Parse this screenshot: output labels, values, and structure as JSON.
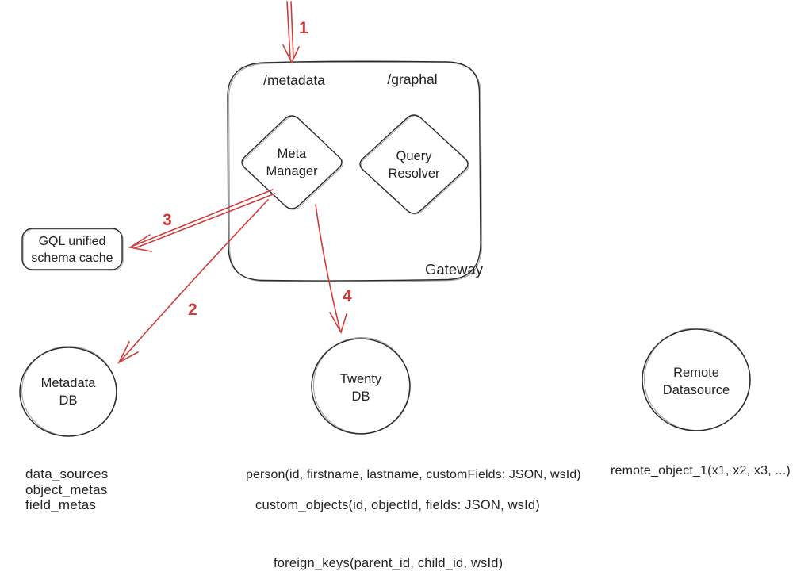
{
  "colors": {
    "stroke": "#2b2b2b",
    "arrow_red": "#d23b3b",
    "background": "#ffffff"
  },
  "gateway": {
    "label": "Gateway",
    "routes": {
      "metadata": "/metadata",
      "graphql": "/graphal"
    },
    "meta_manager": {
      "line1": "Meta",
      "line2": "Manager"
    },
    "query_resolver": {
      "line1": "Query",
      "line2": "Resolver"
    }
  },
  "cache_box": {
    "line1": "GQL unified",
    "line2": "schema cache"
  },
  "databases": {
    "metadata_db": {
      "line1": "Metadata",
      "line2": "DB"
    },
    "twenty_db": {
      "line1": "Twenty",
      "line2": "DB"
    },
    "remote_datasource": {
      "line1": "Remote",
      "line2": "Datasource"
    }
  },
  "arrow_labels": {
    "one": "1",
    "two": "2",
    "three": "3",
    "four": "4"
  },
  "schemas": {
    "metadata_db_tables": [
      "data_sources",
      "object_metas",
      "field_metas"
    ],
    "person": "person(id, firstname, lastname, customFields: JSON, wsId)",
    "custom_objects": "custom_objects(id, objectId, fields: JSON, wsId)",
    "foreign_keys": "foreign_keys(parent_id, child_id, wsId)",
    "remote_object": "remote_object_1(x1, x2, x3, ...)"
  }
}
